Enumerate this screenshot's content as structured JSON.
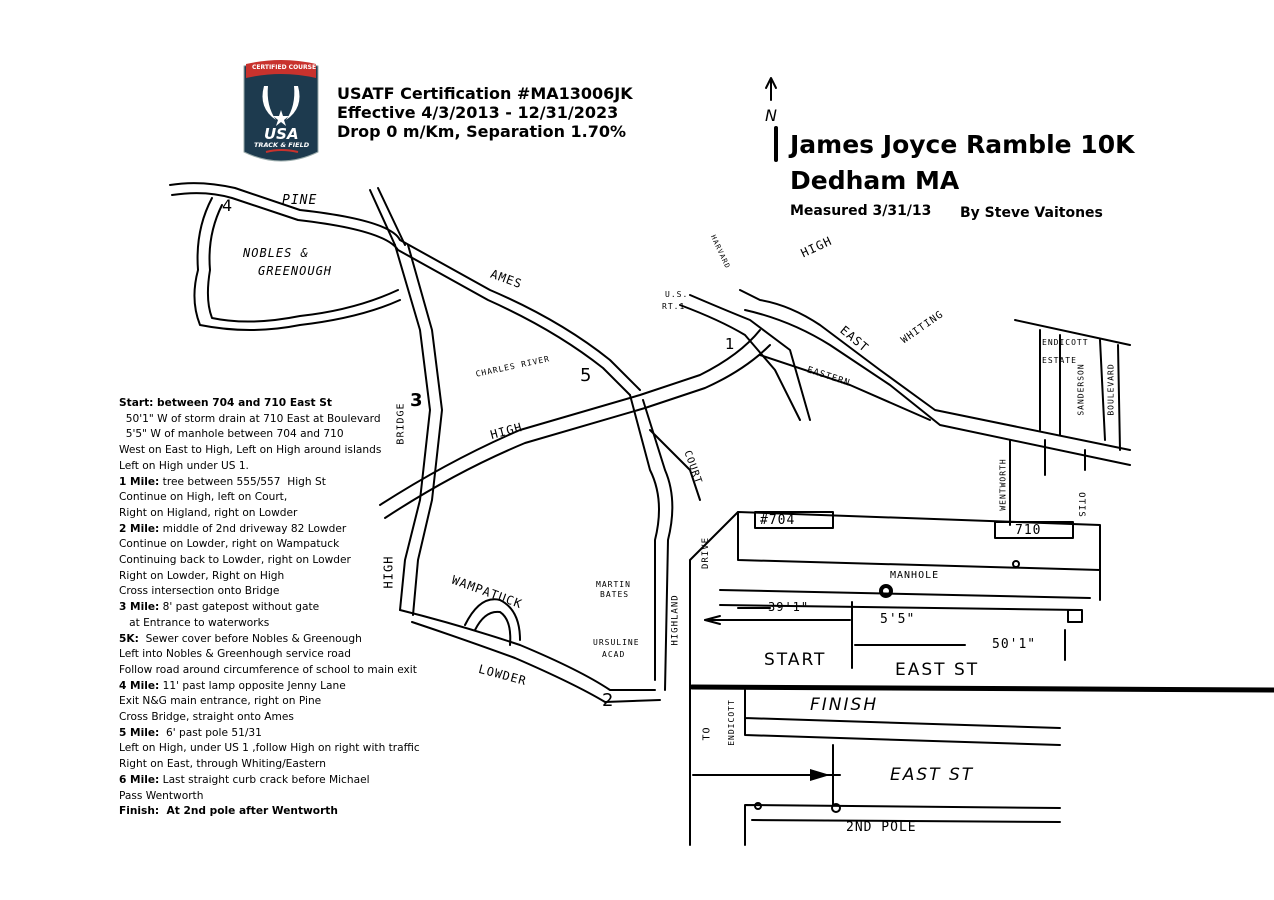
{
  "logo": {
    "banner": "CERTIFIED COURSE",
    "name": "USA",
    "sub": "TRACK & FIELD",
    "colors": {
      "navy": "#1d3a4e",
      "red": "#c8322d"
    }
  },
  "certification": {
    "line1": "USATF Certification #MA13006JK",
    "line2": "Effective 4/3/2013 - 12/31/2023",
    "line3": "Drop 0 m/Km, Separation 1.70%"
  },
  "title": {
    "north": "N",
    "race": "James Joyce Ramble 10K",
    "place": "Dedham MA",
    "measured": "Measured 3/31/13",
    "by": "By Steve Vaitones"
  },
  "directions": [
    {
      "label": "Start: between 704 and 710 East St",
      "bold": true
    },
    {
      "label": "  50'1\" W of storm drain at 710 East at Boulevard"
    },
    {
      "label": "  5'5\" W of manhole between 704 and 710"
    },
    {
      "label": "West on East to High, Left on High around islands"
    },
    {
      "label": "Left on High under US 1."
    },
    {
      "label": "1 Mile: tree between 555/557  High St",
      "boldPrefix": "1 Mile:"
    },
    {
      "label": "Continue on High, left on Court,"
    },
    {
      "label": "Right on Higland, right on Lowder"
    },
    {
      "label": "2 Mile: middle of 2nd driveway 82 Lowder",
      "boldPrefix": "2 Mile:"
    },
    {
      "label": "Continue on Lowder, right on Wampatuck"
    },
    {
      "label": "Continuing back to Lowder, right on Lowder"
    },
    {
      "label": "Right on Lowder, Right on High"
    },
    {
      "label": "Cross intersection onto Bridge"
    },
    {
      "label": "3 Mile: 8' past gatepost without gate",
      "boldPrefix": "3 Mile:"
    },
    {
      "label": "   at Entrance to waterworks"
    },
    {
      "label": "5K:  Sewer cover before Nobles & Greenough",
      "boldPrefix": "5K:"
    },
    {
      "label": "Left into Nobles & Greenhough service road"
    },
    {
      "label": "Follow road around circumference of school to main exit"
    },
    {
      "label": "4 Mile: 11' past lamp opposite Jenny Lane",
      "boldPrefix": "4 Mile:"
    },
    {
      "label": "Exit N&G main entrance, right on Pine"
    },
    {
      "label": "Cross Bridge, straight onto Ames"
    },
    {
      "label": "5 Mile:  6' past pole 51/31",
      "boldPrefix": "5 Mile:"
    },
    {
      "label": "Left on High, under US 1 ,follow High on right with traffic"
    },
    {
      "label": "Right on East, through Whiting/Eastern"
    },
    {
      "label": "6 Mile: Last straight curb crack before Michael",
      "boldPrefix": "6 Mile:"
    },
    {
      "label": "Pass Wentworth"
    },
    {
      "label": "Finish:  At 2nd pole after Wentworth",
      "bold": true
    }
  ],
  "map_labels": {
    "pine": "PINE",
    "nobles1": "NOBLES &",
    "nobles2": "GREENOUGH",
    "ames": "AMES",
    "charles": "CHARLES RIVER",
    "us1a": "U.S.",
    "us1b": "RT.1",
    "harvard": "HARVARD",
    "high_ne": "HIGH",
    "east": "EAST",
    "whiting": "WHITING",
    "eastern": "EASTERN",
    "endicott1": "ENDICOTT",
    "endicott2": "ESTATE",
    "sanderson": "SANDERSON",
    "boulevard": "BOULEVARD",
    "otis": "OTIS",
    "wentworth": "WENTWORTH",
    "bridge": "BRIDGE",
    "high_mid": "HIGH",
    "court": "COURT",
    "high_sw": "HIGH",
    "wampatuck": "WAMPATUCK",
    "martin1": "MARTIN",
    "martin2": "BATES",
    "ursuline1": "URSULINE",
    "ursuline2": "ACAD",
    "highland": "HIGHLAND",
    "lowder": "LOWDER",
    "m1": "1",
    "m2": "2",
    "m3": "3",
    "m4": "4",
    "m5": "5"
  },
  "inset": {
    "h704": "#704",
    "h710": "710",
    "drive": "DRIVE",
    "manhole": "MANHOLE",
    "d391": "39'1\"",
    "d55": "5'5\"",
    "d501": "50'1\"",
    "start": "START",
    "east_st1": "EAST ST",
    "finish": "FINISH",
    "to": "TO",
    "endicott": "ENDICOTT",
    "east_st2": "EAST ST",
    "pole": "2ND POLE"
  }
}
